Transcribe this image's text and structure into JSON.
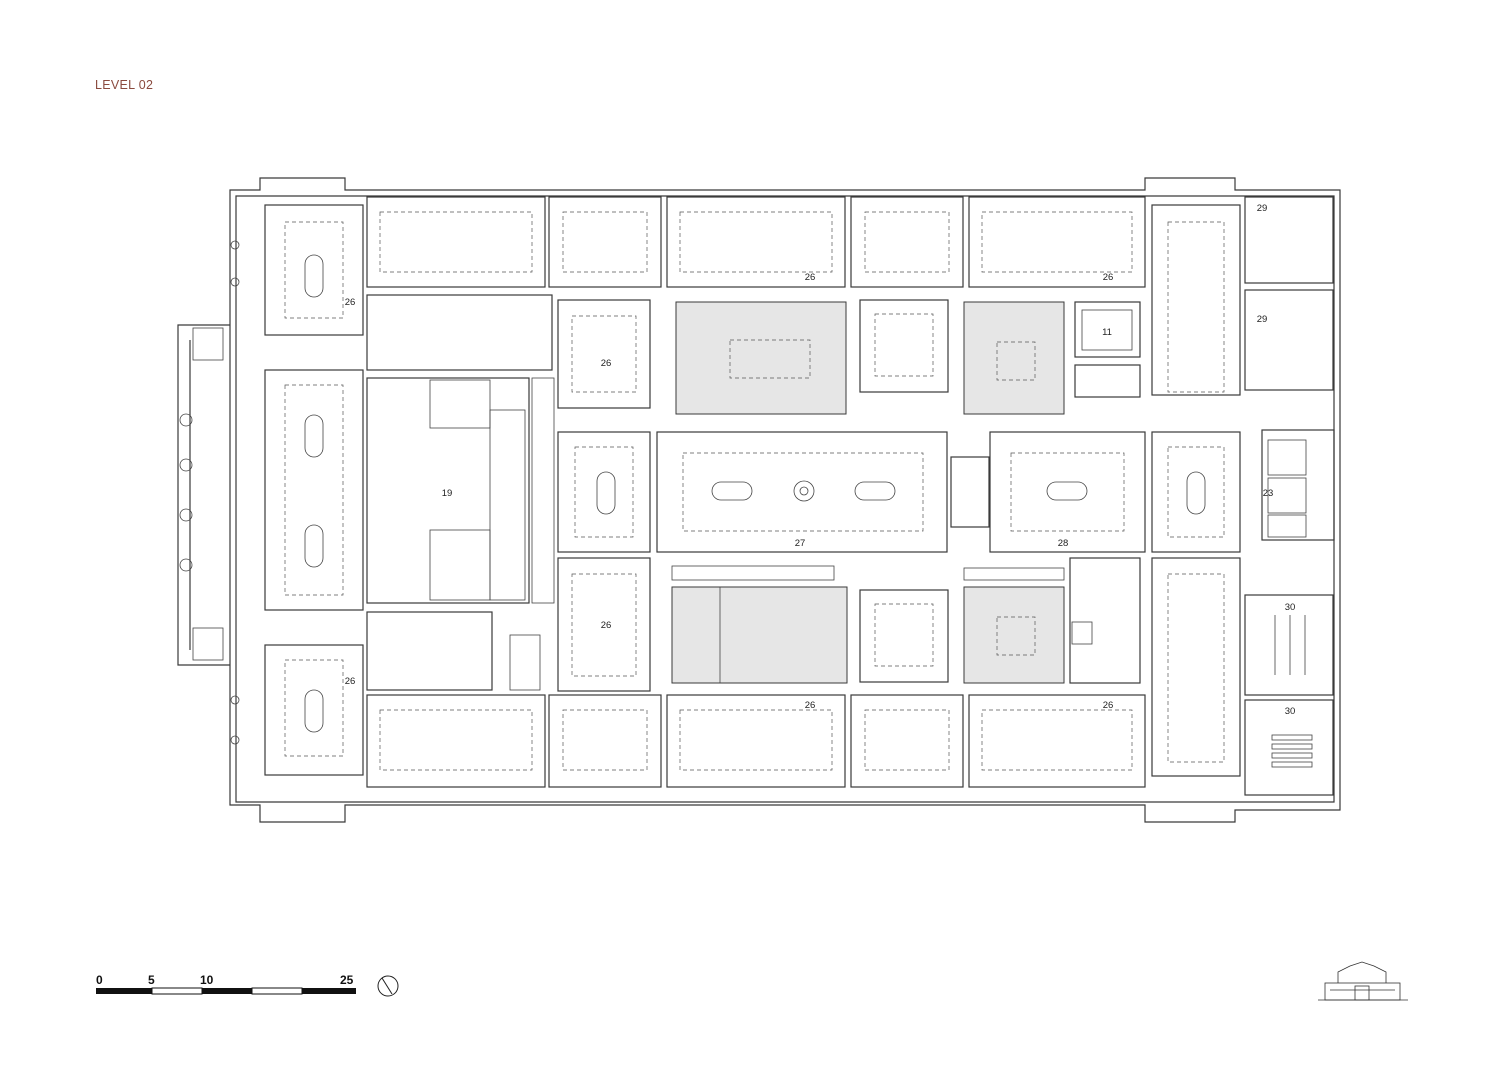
{
  "level_title": "LEVEL 02",
  "rooms": {
    "r19": "19",
    "r26_1": "26",
    "r26_2": "26",
    "r26_3": "26",
    "r26_4": "26",
    "r26_5": "26",
    "r26_6": "26",
    "r26_7": "26",
    "r26_8": "26",
    "r11": "11",
    "r27": "27",
    "r28": "28",
    "r29_1": "29",
    "r29_2": "29",
    "r23": "23",
    "r30_1": "30",
    "r30_2": "30"
  },
  "scale_bar": {
    "labels": [
      "0",
      "5",
      "10",
      "25"
    ]
  },
  "icons": {
    "north_arrow": "north-arrow-icon",
    "elevation": "building-elevation-icon"
  }
}
